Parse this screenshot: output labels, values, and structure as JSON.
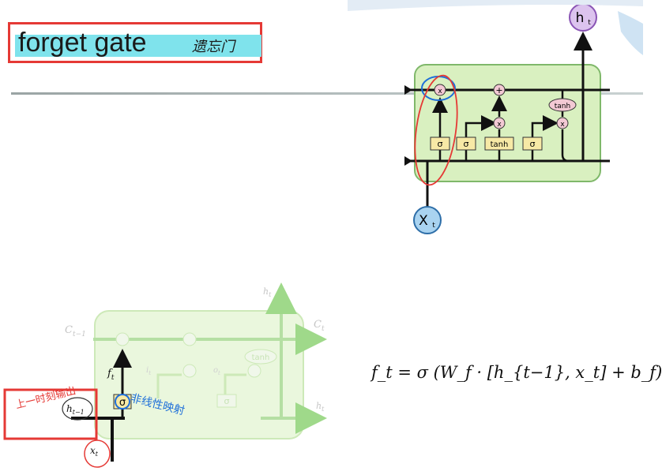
{
  "title": {
    "text": "forget gate",
    "note": "遗忘门"
  },
  "top_diagram": {
    "output_label": "h",
    "output_sub": "t",
    "input_label": "X",
    "input_sub": "t",
    "gate_sigma_1": "σ",
    "gate_sigma_2": "σ",
    "gate_tanh": "tanh",
    "gate_sigma_3": "σ",
    "op_multiply": "x",
    "op_add": "+",
    "op_tanh": "tanh"
  },
  "bottom_diagram": {
    "c_in": "C",
    "c_in_sub": "t−1",
    "c_out": "C",
    "c_out_sub": "t",
    "h_top": "h",
    "h_top_sub": "t",
    "h_right": "h",
    "h_right_sub": "t",
    "f_label": "f",
    "f_sub": "t",
    "i_label": "i",
    "i_sub": "t",
    "o_label": "o",
    "o_sub": "t",
    "gate_sigma": "σ",
    "gate_sigma_2": "σ",
    "op_tanh": "tanh",
    "h_prev": "h",
    "h_prev_sub": "t−1",
    "x_in": "x",
    "x_in_sub": "t"
  },
  "annotations": {
    "left_note": "上一时刻输出",
    "blue_note": "非线性映射"
  },
  "formula": "f_t = σ (W_f · [h_{t−1}, x_t]  +  b_f)",
  "colors": {
    "highlight_red": "#e53935",
    "title_bg": "#7fe3ec",
    "cell_green": "#d9f0c0",
    "gate_yellow": "#f7e9a6",
    "blue_ann": "#1e6fd9"
  }
}
